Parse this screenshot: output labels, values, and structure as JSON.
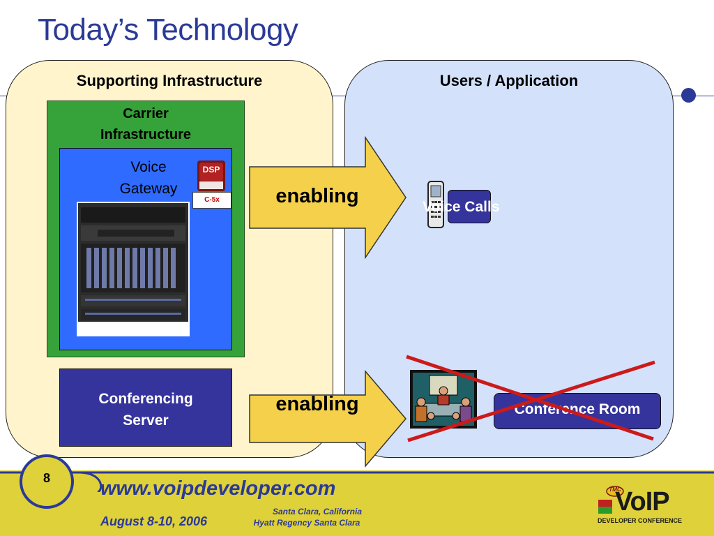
{
  "slide": {
    "title": "Today’s Technology"
  },
  "left_panel": {
    "heading": "Supporting Infrastructure",
    "carrier_label": "Carrier Infrastructure",
    "gateway_label": "Voice Gateway",
    "chip_badge": "DSP",
    "chip_model": "C-5x",
    "conferencing_server_label": "Conferencing Server"
  },
  "right_panel": {
    "heading": "Users / Application",
    "voice_calls_label": "Voice Calls",
    "conference_room_label": "Conference Room"
  },
  "arrows": {
    "top_label": "enabling",
    "bottom_label": "enabling"
  },
  "footer": {
    "page_number": "8",
    "url": "www.voipdeveloper.com",
    "date": "August 8-10, 2006",
    "location_city": "Santa Clara, California",
    "location_venue": "Hyatt Regency Santa Clara",
    "logo_tag": "TMC",
    "logo_text": "VoIP",
    "logo_subtext": "DEVELOPER CONFERENCE"
  },
  "colors": {
    "title_blue": "#2b3a96",
    "left_panel_bg": "#fff4cc",
    "right_panel_bg": "#d3e1fb",
    "carrier_green": "#36a23a",
    "gateway_blue": "#2f6bff",
    "server_navy": "#35349c",
    "arrow_yellow": "#f5d04a",
    "cross_red": "#cc1a1a",
    "footer_gold": "#ded13a"
  },
  "icons": [
    "dot-icon",
    "dsp-chip-icon",
    "server-rack-icon",
    "phone-icon",
    "meeting-room-icon",
    "red-cross-icon",
    "voip-logo-icon"
  ]
}
